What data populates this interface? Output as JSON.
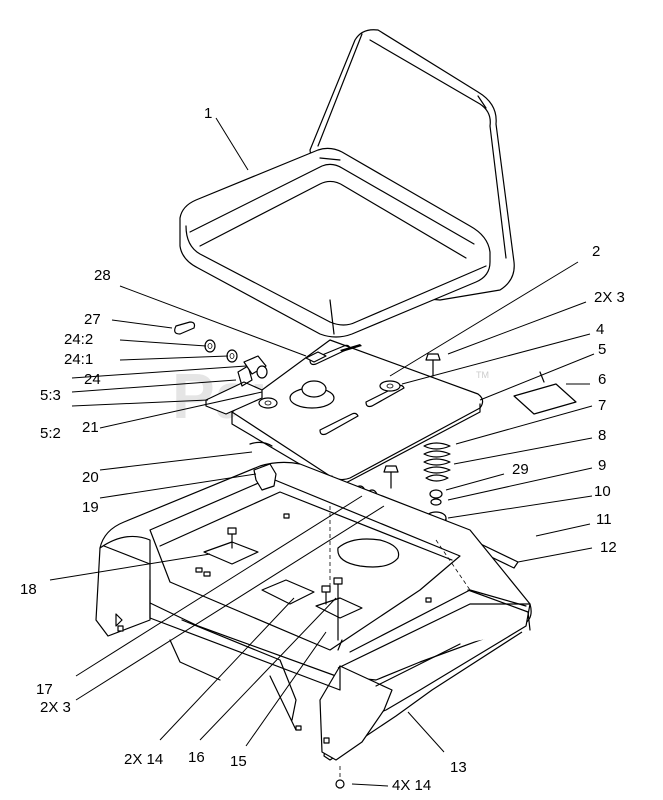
{
  "watermark": "PartsTree",
  "trademark": "TM",
  "callouts": [
    {
      "id": "c1",
      "text": "1"
    },
    {
      "id": "c2",
      "text": "2"
    },
    {
      "id": "c2x3a",
      "text": "2X 3"
    },
    {
      "id": "c4",
      "text": "4"
    },
    {
      "id": "c5",
      "text": "5"
    },
    {
      "id": "c6",
      "text": "6"
    },
    {
      "id": "c7",
      "text": "7"
    },
    {
      "id": "c8",
      "text": "8"
    },
    {
      "id": "c9",
      "text": "9"
    },
    {
      "id": "c10",
      "text": "10"
    },
    {
      "id": "c11",
      "text": "11"
    },
    {
      "id": "c12",
      "text": "12"
    },
    {
      "id": "c13",
      "text": "13"
    },
    {
      "id": "c4x14",
      "text": "4X 14"
    },
    {
      "id": "c15",
      "text": "15"
    },
    {
      "id": "c16",
      "text": "16"
    },
    {
      "id": "c2x14",
      "text": "2X 14"
    },
    {
      "id": "c2x3b",
      "text": "2X 3"
    },
    {
      "id": "c17",
      "text": "17"
    },
    {
      "id": "c18",
      "text": "18"
    },
    {
      "id": "c19",
      "text": "19"
    },
    {
      "id": "c20",
      "text": "20"
    },
    {
      "id": "c21",
      "text": "21"
    },
    {
      "id": "c5_2",
      "text": "5:2"
    },
    {
      "id": "c5_3",
      "text": "5:3"
    },
    {
      "id": "c24",
      "text": "24"
    },
    {
      "id": "c24_1",
      "text": "24:1"
    },
    {
      "id": "c24_2",
      "text": "24:2"
    },
    {
      "id": "c27",
      "text": "27"
    },
    {
      "id": "c28",
      "text": "28"
    },
    {
      "id": "c29",
      "text": "29"
    }
  ]
}
